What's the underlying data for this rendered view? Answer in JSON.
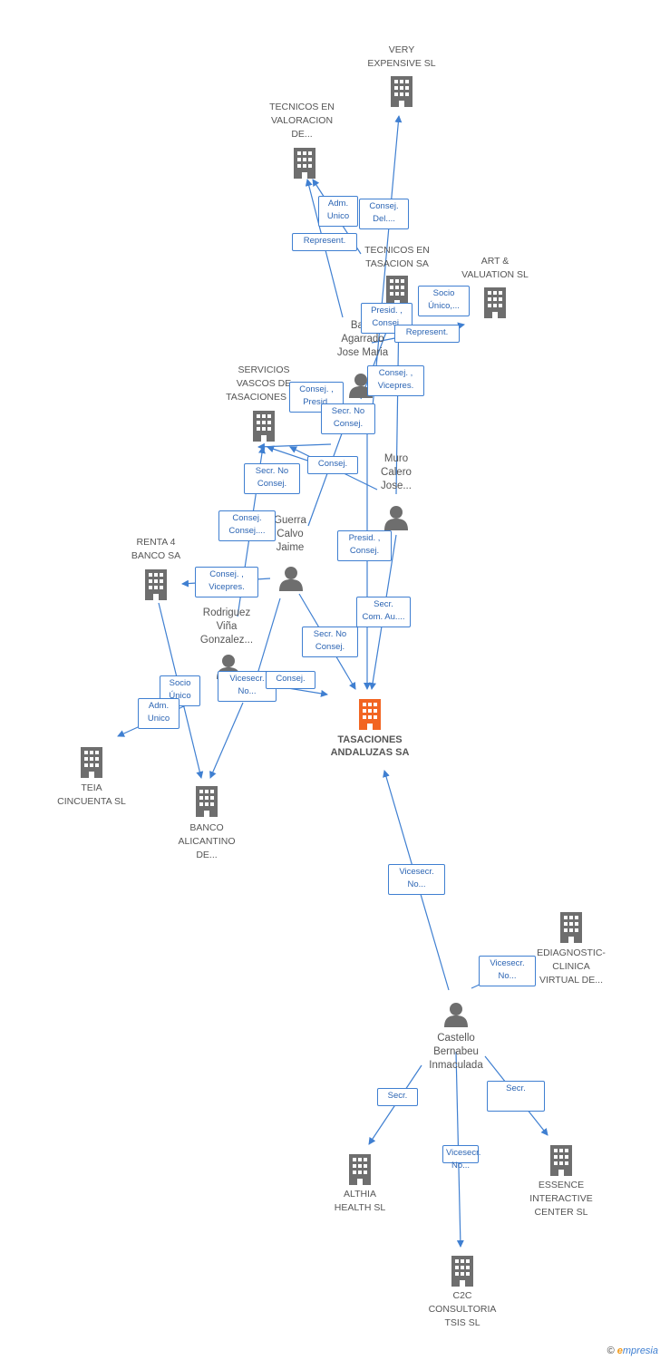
{
  "colors": {
    "edge": "#3f7fd1",
    "node_gray": "#6e6e6e",
    "node_main": "#f26522"
  },
  "nodes": [
    {
      "id": "very_expensive",
      "type": "company",
      "label": "VERY\nEXPENSIVE SL"
    },
    {
      "id": "tecnicos_valoracion",
      "type": "company",
      "label": "TECNICOS EN\nVALORACION\nDE..."
    },
    {
      "id": "tecnicos_tasacion",
      "type": "company",
      "label": "TECNICOS EN\nTASACION SA"
    },
    {
      "id": "art_valuation",
      "type": "company",
      "label": "ART &\nVALUATION SL"
    },
    {
      "id": "basa",
      "type": "person",
      "label": "Basa\nAgarrado\nJose Maria"
    },
    {
      "id": "servicios_vascos",
      "type": "company",
      "label": "SERVICIOS\nVASCOS DE\nTASACIONES SA"
    },
    {
      "id": "muro",
      "type": "person",
      "label": "Muro\nCalero\nJose..."
    },
    {
      "id": "guerra",
      "type": "person",
      "label": "Guerra\nCalvo\nJaime"
    },
    {
      "id": "renta4",
      "type": "company",
      "label": "RENTA 4\nBANCO SA"
    },
    {
      "id": "rodriguez",
      "type": "person",
      "label": "Rodriguez\nViña\nGonzalez..."
    },
    {
      "id": "person_small",
      "type": "person",
      "label": ""
    },
    {
      "id": "tasaciones_andaluzas",
      "type": "main",
      "label": "TASACIONES\nANDALUZAS SA"
    },
    {
      "id": "teia",
      "type": "company",
      "label": "TEIA\nCINCUENTA SL"
    },
    {
      "id": "banco_alicantino",
      "type": "company",
      "label": "BANCO\nALICANTINO\nDE..."
    },
    {
      "id": "ediagnostic",
      "type": "company",
      "label": "EDIAGNOSTIC-\nCLINICA\nVIRTUAL DE..."
    },
    {
      "id": "castello",
      "type": "person",
      "label": "Castello\nBernabeu\nInmaculada"
    },
    {
      "id": "althia",
      "type": "company",
      "label": "ALTHIA\nHEALTH SL"
    },
    {
      "id": "essence",
      "type": "company",
      "label": "ESSENCE\nINTERACTIVE\nCENTER SL"
    },
    {
      "id": "c2c",
      "type": "company",
      "label": "C2C\nCONSULTORIA\nTSIS SL"
    }
  ],
  "edge_labels": [
    "Adm.\nUnico",
    "Consej.\nDel....",
    "Represent.",
    "Socio\nÚnico,...",
    "Presid. ,\nConsej.",
    "Represent.",
    "Consej. ,\nPresid.",
    "Secr. No\nConsej.",
    "Consej. ,\nVicepres.",
    "Consej.",
    "Secr. No\nConsej.",
    "Consej.\nConsej....",
    "Presid. ,\nConsej.",
    "Secr.\nCom. Au....",
    "Consej. ,\nVicepres.",
    "Secr. No\nConsej.",
    "Socio\nÚnico",
    "Adm.\nUnico",
    "Vicesecr.\nNo...",
    "Consej.",
    "Vicesecr.\nNo...",
    "Vicesecr.\nNo...",
    "Secr.",
    "Vicesecr.\nNo...",
    "Secr."
  ],
  "footer": {
    "copyright": "©",
    "brand_e": "e",
    "brand_rest": "mpresia"
  }
}
